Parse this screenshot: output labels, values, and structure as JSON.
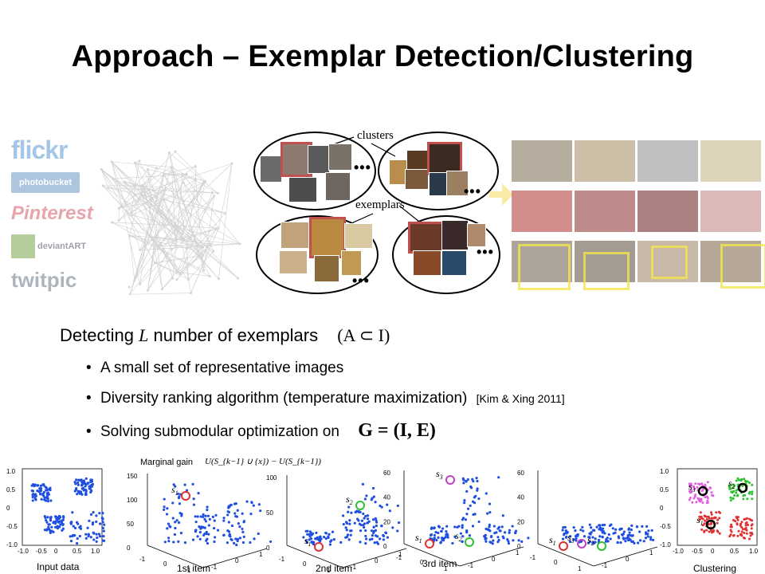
{
  "slide": {
    "title": "Approach – Exemplar Detection/Clustering",
    "logos": [
      "flickr",
      "photobucket",
      "Pinterest",
      "deviantART",
      "twitpic"
    ],
    "captions": {
      "clusters": "clusters",
      "exemplars": "exemplars"
    },
    "heading": {
      "prefix": "Detecting",
      "var": "L",
      "suffix": "number of exemplars",
      "formula": "(A ⊂ I)"
    },
    "bullets": [
      {
        "text": "A small set of representative images",
        "ref": ""
      },
      {
        "text": "Diversity ranking algorithm (temperature maximization)",
        "ref": "[Kim & Xing 2011]"
      },
      {
        "text": "Solving submodular optimization on",
        "ref": ""
      }
    ],
    "graph_formula": "G = (I, E)",
    "plots": {
      "input": {
        "label": "Input data",
        "xticks": [
          "-1.0",
          "-0.5",
          "0",
          "0.5",
          "1.0"
        ],
        "yticks": [
          "1.0",
          "0.5",
          "0",
          "-0.5",
          "-1.0"
        ]
      },
      "marginal_gain_label": "Marginal gain",
      "marginal_gain_formula": "U(S_{k−1} ∪ {x}) − U(S_{k−1})",
      "items": [
        {
          "label": "1st item",
          "yticks": [
            "150",
            "100",
            "50",
            "0"
          ],
          "marks": [
            "s1"
          ]
        },
        {
          "label": "2nd item",
          "yticks": [
            "100",
            "50",
            "0"
          ],
          "marks": [
            "s1",
            "s2"
          ]
        },
        {
          "label": "3rd item",
          "yticks": [
            "60",
            "40",
            "20",
            "0"
          ],
          "marks": [
            "s1",
            "s2",
            "s3"
          ]
        },
        {
          "label": "",
          "yticks": [
            "60",
            "40",
            "20",
            "0"
          ],
          "marks": [
            "s1",
            "s3",
            "s2"
          ]
        }
      ],
      "clustering": {
        "label": "Clustering",
        "marks": [
          "s3",
          "s2",
          "s1"
        ]
      }
    }
  }
}
